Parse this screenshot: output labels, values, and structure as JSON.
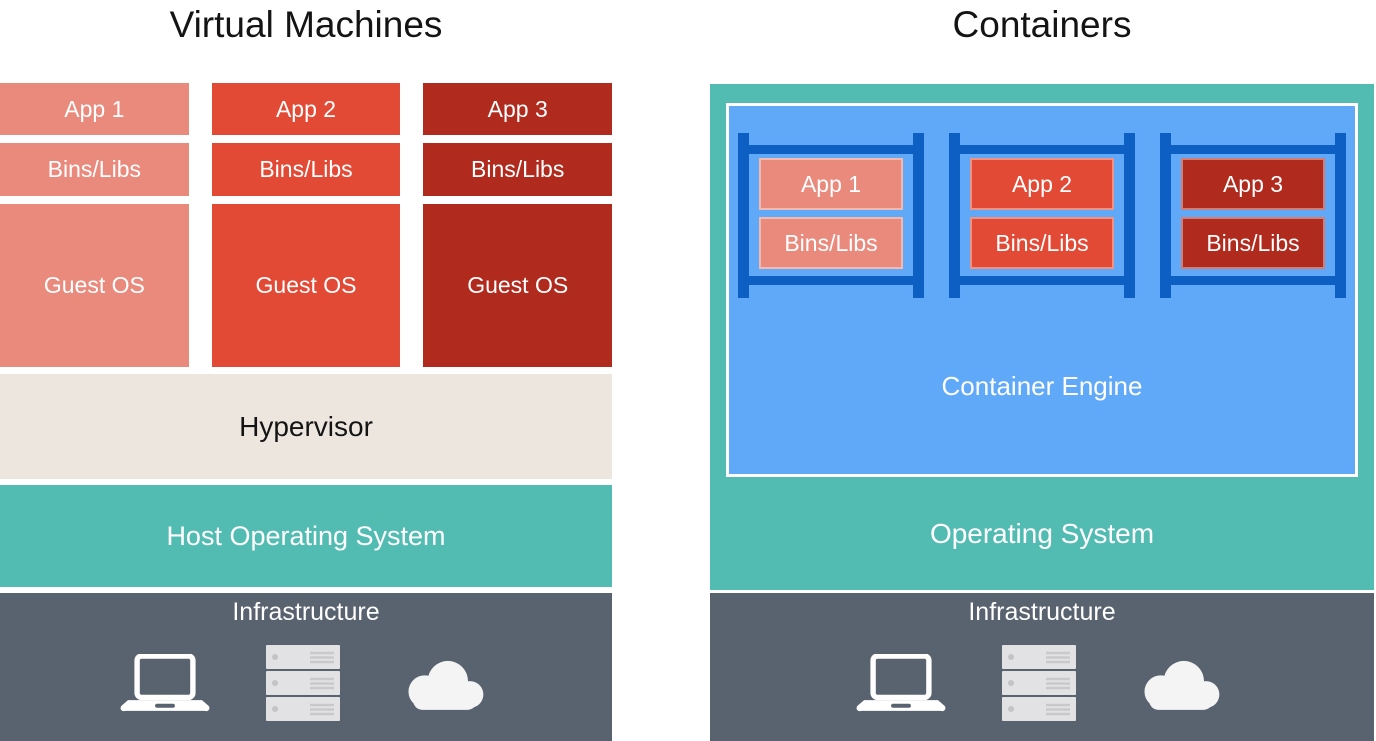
{
  "colors": {
    "app1_salmon": "#E98A7D",
    "app2_red": "#E24A35",
    "app3_dark_red": "#B02A1D",
    "hypervisor_beige": "#EDE6DF",
    "os_teal": "#52BCB2",
    "infrastructure_slate": "#59626F",
    "engine_light_blue": "#5FA9F8",
    "rack_dark_blue": "#0E5FC3",
    "title_black": "#141414",
    "box_text_white": "#FFFFFF"
  },
  "vm": {
    "title": "Virtual Machines",
    "columns": [
      {
        "app": "App 1",
        "bins": "Bins/Libs",
        "guest_os": "Guest OS"
      },
      {
        "app": "App 2",
        "bins": "Bins/Libs",
        "guest_os": "Guest OS"
      },
      {
        "app": "App 3",
        "bins": "Bins/Libs",
        "guest_os": "Guest OS"
      }
    ],
    "hypervisor": "Hypervisor",
    "host_os": "Host Operating System",
    "infrastructure": "Infrastructure",
    "icons": [
      "laptop-icon",
      "server-icon",
      "cloud-icon"
    ]
  },
  "containers": {
    "title": "Containers",
    "racks": [
      {
        "app": "App 1",
        "bins": "Bins/Libs"
      },
      {
        "app": "App 2",
        "bins": "Bins/Libs"
      },
      {
        "app": "App 3",
        "bins": "Bins/Libs"
      }
    ],
    "engine": "Container Engine",
    "os": "Operating System",
    "infrastructure": "Infrastructure",
    "icons": [
      "laptop-icon",
      "server-icon",
      "cloud-icon"
    ]
  }
}
